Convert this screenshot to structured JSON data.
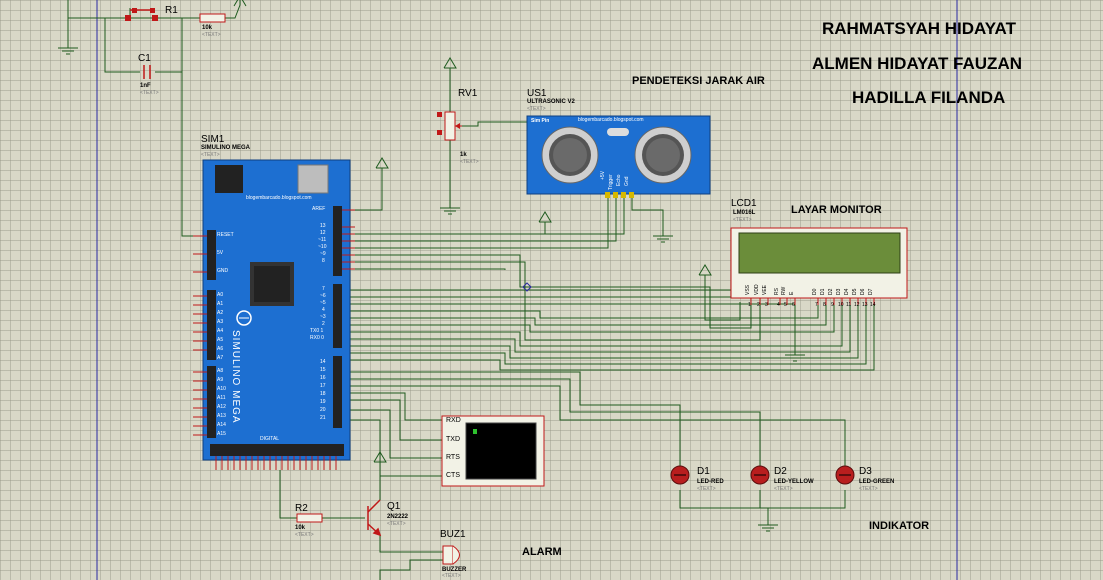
{
  "titles": [
    "RAHMATSYAH HIDAYAT",
    "ALMEN HIDAYAT FAUZAN",
    "HADILLA FILANDA"
  ],
  "section_labels": {
    "sensor": "PENDETEKSI JARAK AIR",
    "lcd": "LAYAR MONITOR",
    "indicator": "INDIKATOR",
    "alarm": "ALARM"
  },
  "text_placeholder": "<TEXT>",
  "components": {
    "r1": {
      "ref": "R1",
      "value": "10k"
    },
    "c1": {
      "ref": "C1",
      "value": "1nF"
    },
    "rv1": {
      "ref": "RV1",
      "value": "1k"
    },
    "us1": {
      "ref": "US1",
      "value": "ULTRASONIC V2",
      "pins": [
        "+5V",
        "Trigger",
        "Echo",
        "Gnd"
      ],
      "pcb_label": "Sim Pin",
      "pcb_site": "blogembarcado.blogspot.com"
    },
    "sim1": {
      "ref": "SIM1",
      "value": "SIMULINO MEGA",
      "brand": "SIMULINO MEGA",
      "site": "blogembarcado.blogspot.com",
      "pins_left": [
        "RESET",
        "5V",
        "GND",
        "A0",
        "A1",
        "A2",
        "A3",
        "A4",
        "A5",
        "A6",
        "A7",
        "A8",
        "A9",
        "A10",
        "A11",
        "A12",
        "A13",
        "A14",
        "A15"
      ],
      "pins_right": [
        "AREF",
        "13",
        "12",
        "~11",
        "~10",
        "~9",
        "8",
        "7",
        "~6",
        "~5",
        "4",
        "~3",
        "2",
        "TX0 1",
        "RX0 0",
        "14",
        "15",
        "16",
        "17",
        "18",
        "19",
        "20",
        "21"
      ],
      "bottom_label": "DIGITAL"
    },
    "lcd1": {
      "ref": "LCD1",
      "value": "LM016L",
      "pins": [
        "VSS",
        "VDD",
        "VEE",
        "RS",
        "RW",
        "E",
        "D0",
        "D1",
        "D2",
        "D3",
        "D4",
        "D5",
        "D6",
        "D7"
      ],
      "pin_numbers": [
        "1",
        "2",
        "3",
        "4",
        "5",
        "6",
        "7",
        "8",
        "9",
        "10",
        "11",
        "12",
        "13",
        "14"
      ]
    },
    "terminal": {
      "pins": [
        "RXD",
        "TXD",
        "RTS",
        "CTS"
      ]
    },
    "d1": {
      "ref": "D1",
      "value": "LED-RED",
      "color": "#b81e1e"
    },
    "d2": {
      "ref": "D2",
      "value": "LED-YELLOW",
      "color": "#b81e1e"
    },
    "d3": {
      "ref": "D3",
      "value": "LED-GREEN",
      "color": "#b81e1e"
    },
    "r2": {
      "ref": "R2",
      "value": "10k"
    },
    "q1": {
      "ref": "Q1",
      "value": "2N2222"
    },
    "buz1": {
      "ref": "BUZ1",
      "value": "BUZZER"
    }
  },
  "colors": {
    "wire": "#1e5a1e",
    "board": "#1d6fd1",
    "lcd_screen": "#6b8d3a",
    "component_red": "#c01818",
    "body": "#f2f2e6"
  }
}
